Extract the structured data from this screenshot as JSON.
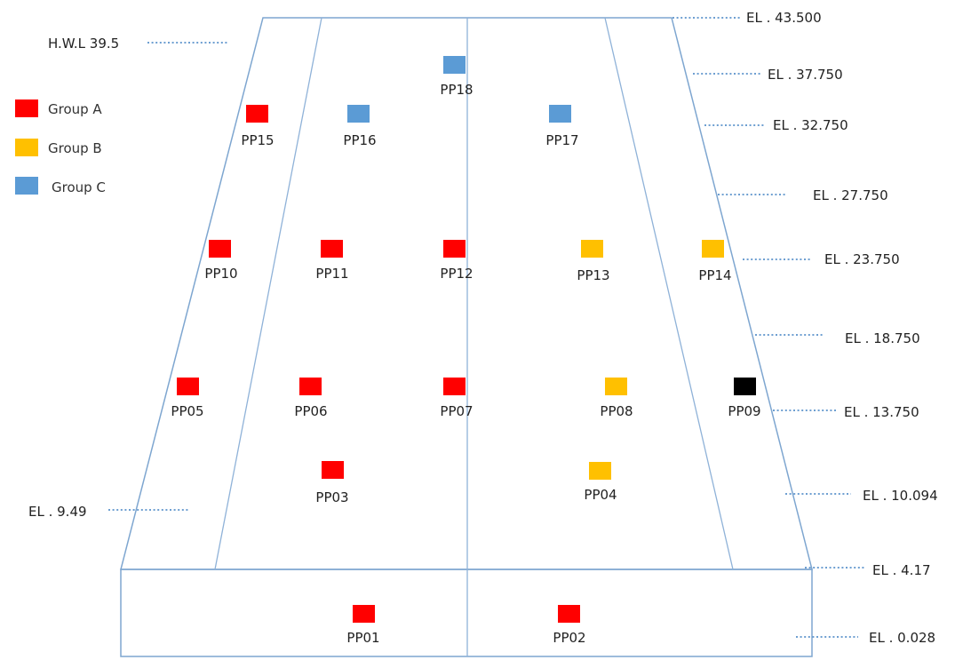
{
  "colors": {
    "group_a": "#ff0000",
    "group_b": "#ffc000",
    "group_c": "#5b9bd5",
    "special": "#000000",
    "outline": "#7ea6d0",
    "leader": "#6e9fd1"
  },
  "legend": [
    {
      "label": "Group A",
      "color": "#ff0000"
    },
    {
      "label": "Group B",
      "color": "#ffc000"
    },
    {
      "label": "Group C",
      "color": "#5b9bd5"
    }
  ],
  "elevations_right": [
    "EL . 43.500",
    "EL . 37.750",
    "EL . 32.750",
    "EL . 27.750",
    "EL . 23.750",
    "EL . 18.750",
    "EL . 13.750",
    "EL . 10.094",
    "EL . 4.17",
    "EL . 0.028"
  ],
  "elevations_left": [
    "H.W.L  39.5",
    "EL . 9.49"
  ],
  "points": [
    {
      "id": "PP01",
      "group": "A"
    },
    {
      "id": "PP02",
      "group": "A"
    },
    {
      "id": "PP03",
      "group": "A"
    },
    {
      "id": "PP04",
      "group": "B"
    },
    {
      "id": "PP05",
      "group": "A"
    },
    {
      "id": "PP06",
      "group": "A"
    },
    {
      "id": "PP07",
      "group": "A"
    },
    {
      "id": "PP08",
      "group": "B"
    },
    {
      "id": "PP09",
      "group": "special"
    },
    {
      "id": "PP10",
      "group": "A"
    },
    {
      "id": "PP11",
      "group": "A"
    },
    {
      "id": "PP12",
      "group": "A"
    },
    {
      "id": "PP13",
      "group": "B"
    },
    {
      "id": "PP14",
      "group": "B"
    },
    {
      "id": "PP15",
      "group": "A"
    },
    {
      "id": "PP16",
      "group": "C"
    },
    {
      "id": "PP17",
      "group": "C"
    },
    {
      "id": "PP18",
      "group": "C"
    }
  ]
}
